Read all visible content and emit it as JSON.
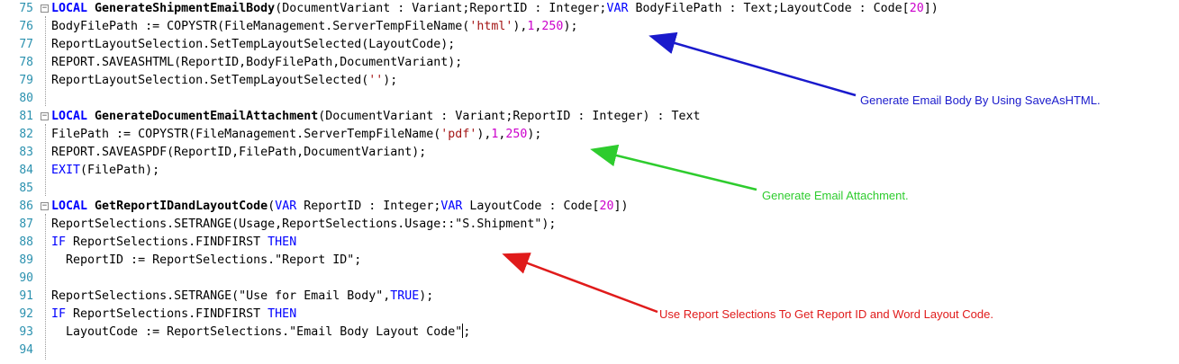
{
  "colors": {
    "line_number": "#2b91af",
    "keyword": "#0000ff",
    "string": "#a31515",
    "number": "#cc00cc",
    "annotation_blue": "#1a1acc",
    "annotation_green": "#2ecc2e",
    "annotation_red": "#e01b1b"
  },
  "editor": {
    "fold_icon": "minus-box-icon",
    "lines": [
      {
        "n": "75",
        "fold": "minus",
        "tokens": [
          {
            "t": "LOCAL ",
            "c": "kw bold"
          },
          {
            "t": "GenerateShipmentEmailBody",
            "c": "bold"
          },
          {
            "t": "(DocumentVariant : Variant;ReportID : Integer;"
          },
          {
            "t": "VAR",
            "c": "kw"
          },
          {
            "t": " BodyFilePath : Text;LayoutCode : Code["
          },
          {
            "t": "20",
            "c": "num"
          },
          {
            "t": "])"
          }
        ]
      },
      {
        "n": "76",
        "tokens": [
          {
            "t": "BodyFilePath := COPYSTR(FileManagement.ServerTempFileName("
          },
          {
            "t": "'html'",
            "c": "str"
          },
          {
            "t": "),"
          },
          {
            "t": "1",
            "c": "num"
          },
          {
            "t": ","
          },
          {
            "t": "250",
            "c": "num"
          },
          {
            "t": ");"
          }
        ]
      },
      {
        "n": "77",
        "tokens": [
          {
            "t": "ReportLayoutSelection.SetTempLayoutSelected(LayoutCode);"
          }
        ]
      },
      {
        "n": "78",
        "tokens": [
          {
            "t": "REPORT.SAVEASHTML(ReportID,BodyFilePath,DocumentVariant);"
          }
        ]
      },
      {
        "n": "79",
        "tokens": [
          {
            "t": "ReportLayoutSelection.SetTempLayoutSelected("
          },
          {
            "t": "''",
            "c": "str"
          },
          {
            "t": ");"
          }
        ]
      },
      {
        "n": "80",
        "tokens": []
      },
      {
        "n": "81",
        "fold": "minus",
        "tokens": [
          {
            "t": "LOCAL ",
            "c": "kw bold"
          },
          {
            "t": "GenerateDocumentEmailAttachment",
            "c": "bold"
          },
          {
            "t": "(DocumentVariant : Variant;ReportID : Integer) : Text"
          }
        ]
      },
      {
        "n": "82",
        "tokens": [
          {
            "t": "FilePath := COPYSTR(FileManagement.ServerTempFileName("
          },
          {
            "t": "'pdf'",
            "c": "str"
          },
          {
            "t": "),"
          },
          {
            "t": "1",
            "c": "num"
          },
          {
            "t": ","
          },
          {
            "t": "250",
            "c": "num"
          },
          {
            "t": ");"
          }
        ]
      },
      {
        "n": "83",
        "tokens": [
          {
            "t": "REPORT.SAVEASPDF(ReportID,FilePath,DocumentVariant);"
          }
        ]
      },
      {
        "n": "84",
        "tokens": [
          {
            "t": "EXIT",
            "c": "kw"
          },
          {
            "t": "(FilePath);"
          }
        ]
      },
      {
        "n": "85",
        "tokens": []
      },
      {
        "n": "86",
        "fold": "minus",
        "tokens": [
          {
            "t": "LOCAL ",
            "c": "kw bold"
          },
          {
            "t": "GetReportIDandLayoutCode",
            "c": "bold"
          },
          {
            "t": "("
          },
          {
            "t": "VAR",
            "c": "kw"
          },
          {
            "t": " ReportID : Integer;"
          },
          {
            "t": "VAR",
            "c": "kw"
          },
          {
            "t": " LayoutCode : Code["
          },
          {
            "t": "20",
            "c": "num"
          },
          {
            "t": "])"
          }
        ]
      },
      {
        "n": "87",
        "tokens": [
          {
            "t": "ReportSelections.SETRANGE(Usage,ReportSelections.Usage::\"S.Shipment\");"
          }
        ]
      },
      {
        "n": "88",
        "tokens": [
          {
            "t": "IF",
            "c": "kw"
          },
          {
            "t": " ReportSelections.FINDFIRST "
          },
          {
            "t": "THEN",
            "c": "kw"
          }
        ]
      },
      {
        "n": "89",
        "tokens": [
          {
            "t": "  ReportID := ReportSelections.\"Report ID\";"
          }
        ]
      },
      {
        "n": "90",
        "tokens": []
      },
      {
        "n": "91",
        "tokens": [
          {
            "t": "ReportSelections.SETRANGE(\"Use for Email Body\","
          },
          {
            "t": "TRUE",
            "c": "kw"
          },
          {
            "t": ");"
          }
        ]
      },
      {
        "n": "92",
        "tokens": [
          {
            "t": "IF",
            "c": "kw"
          },
          {
            "t": " ReportSelections.FINDFIRST "
          },
          {
            "t": "THEN",
            "c": "kw"
          }
        ]
      },
      {
        "n": "93",
        "caret": true,
        "tokens": [
          {
            "t": "  LayoutCode := ReportSelections.\"Email Body Layout Code\""
          },
          {
            "t": ";"
          }
        ]
      },
      {
        "n": "94",
        "tokens": []
      }
    ]
  },
  "annotations": {
    "blue": "Generate Email Body By Using SaveAsHTML.",
    "green": "Generate Email Attachment.",
    "red": "Use Report Selections To Get Report ID and Word Layout Code."
  }
}
